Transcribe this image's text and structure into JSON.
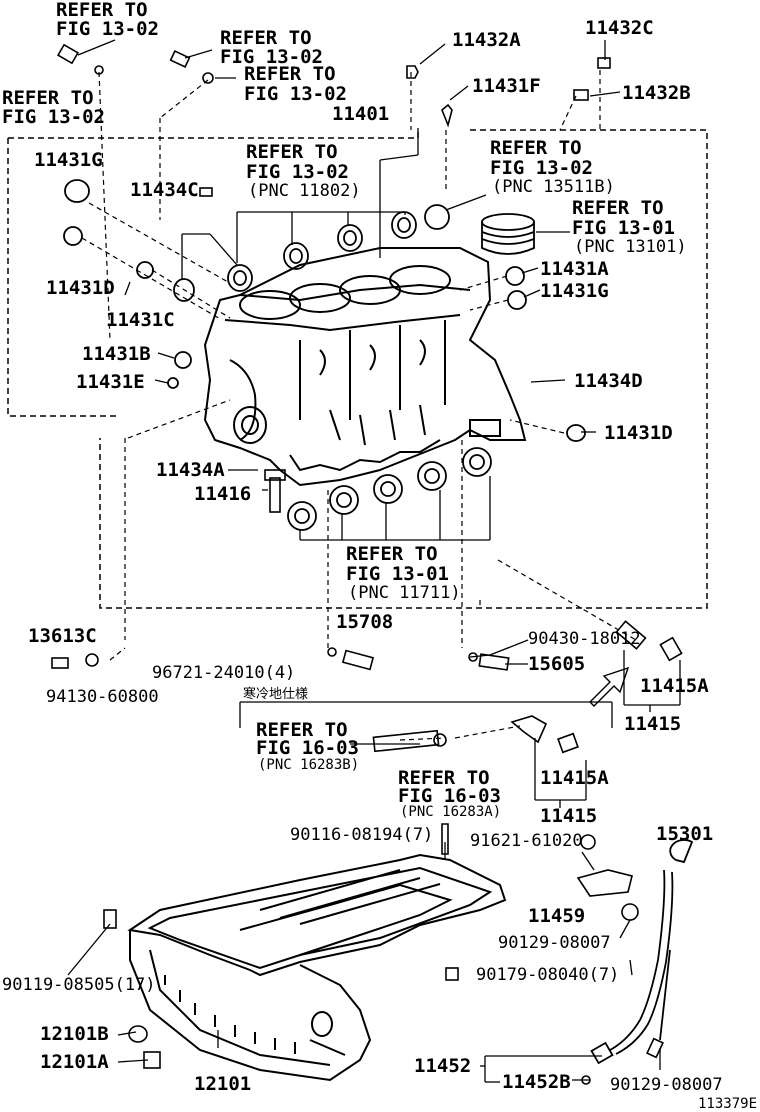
{
  "labels": {
    "refer_tl_a": "REFER TO",
    "refer_tl_b": "FIG 13-02",
    "refer_tl2_a": "REFER TO",
    "refer_tl2_b": "FIG 13-02",
    "refer_t1_a": "REFER TO",
    "refer_t1_b": "FIG 13-02",
    "refer_t2_a": "REFER TO",
    "refer_t2_b": "FIG 13-02",
    "p11432A": "11432A",
    "p11432C": "11432C",
    "p11432B": "11432B",
    "p11431F": "11431F",
    "p11401": "11401",
    "refer_bear_a": "REFER TO",
    "refer_bear_b": "FIG 13-02",
    "refer_bear_c": "(PNC 11802)",
    "refer_ring_a": "REFER TO",
    "refer_ring_b": "FIG 13-02",
    "refer_ring_c": "(PNC 13511B)",
    "refer_piston_a": "REFER TO",
    "refer_piston_b": "FIG 13-01",
    "refer_piston_c": "(PNC 13101)",
    "p11431G_top": "11431G",
    "p11434C": "11434C",
    "p11431A": "11431A",
    "p11431G_right": "11431G",
    "p11431D_left": "11431D",
    "p11431C": "11431C",
    "p11431B": "11431B",
    "p11431E": "11431E",
    "p11434D": "11434D",
    "p11431D_right": "11431D",
    "p11434A": "11434A",
    "p11416": "11416",
    "refer_main_a": "REFER TO",
    "refer_main_b": "FIG 13-01",
    "refer_main_c": "(PNC 11711)",
    "p13613C": "13613C",
    "p94130": "94130-60800",
    "p15708": "15708",
    "p96721": "96721-24010(4)",
    "p90430": "90430-18012",
    "p15605": "15605",
    "p11415A_top": "11415A",
    "p11415_top": "11415",
    "cold_spec": "寒冷地仕様",
    "refer_hose1_a": "REFER TO",
    "refer_hose1_b": "FIG 16-03",
    "refer_hose1_c": "(PNC 16283B)",
    "refer_hose2_a": "REFER TO",
    "refer_hose2_b": "FIG 16-03",
    "refer_hose2_c": "(PNC 16283A)",
    "p11415A_mid": "11415A",
    "p11415_mid": "11415",
    "p90116": "90116-08194(7)",
    "p91621": "91621-61020",
    "p15301": "15301",
    "p11459": "11459",
    "p90129_a": "90129-08007",
    "p90179": "90179-08040(7)",
    "p90119": "90119-08505(17)",
    "p12101B": "12101B",
    "p12101A": "12101A",
    "p12101": "12101",
    "p11452": "11452",
    "p11452B": "11452B",
    "p90129_b": "90129-08007",
    "code": "113379E"
  }
}
